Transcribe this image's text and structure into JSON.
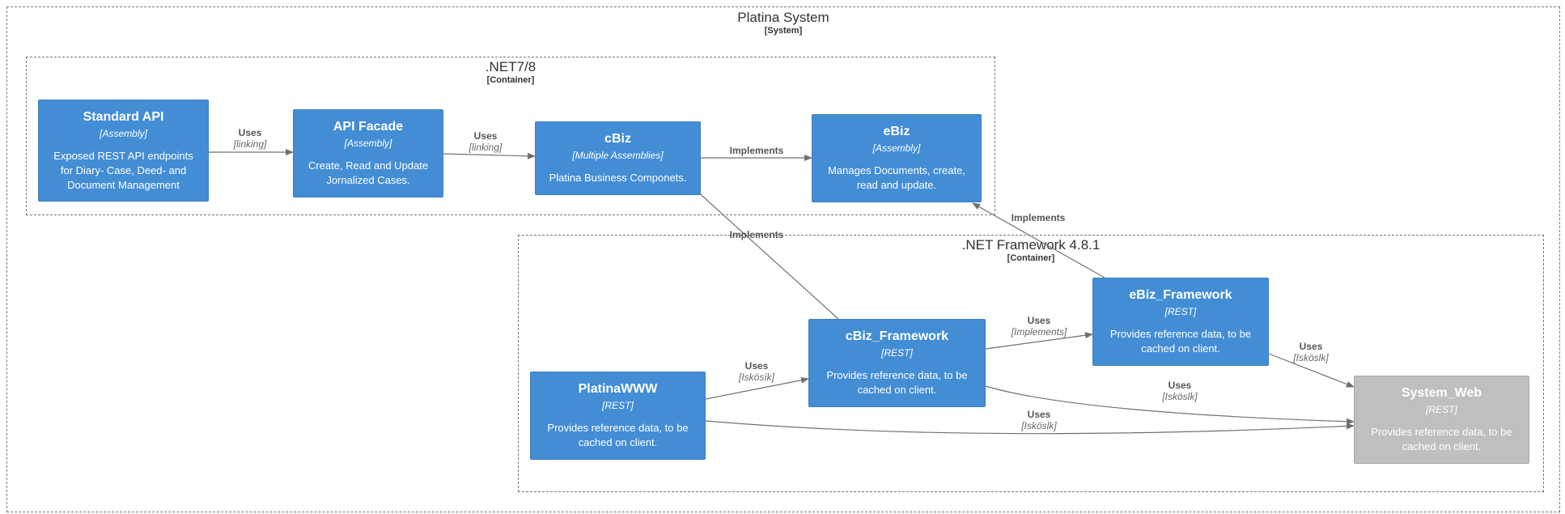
{
  "colors": {
    "container": "#438dd5",
    "external": "#bfbfbf",
    "edge": "#707070"
  },
  "boundaries": {
    "system": {
      "title": "Platina System",
      "type": "[System]"
    },
    "net78": {
      "title": ".NET7/8",
      "type": "[Container]"
    },
    "netfw": {
      "title": ".NET Framework 4.8.1",
      "type": "[Container]"
    }
  },
  "nodes": {
    "standard_api": {
      "name": "Standard API",
      "tech": "[Assembly]",
      "desc": "Exposed REST API endpoints for Diary- Case, Deed- and Document Management"
    },
    "api_facade": {
      "name": "API Facade",
      "tech": "[Assembly]",
      "desc": "Create, Read and Update Jornalized Cases."
    },
    "cbiz": {
      "name": "cBiz",
      "tech": "[Multiple Assemblies]",
      "desc": "Platina Business Componets."
    },
    "ebiz": {
      "name": "eBiz",
      "tech": "[Assembly]",
      "desc": "Manages Documents, create, read and update."
    },
    "platinawww": {
      "name": "PlatinaWWW",
      "tech": "[REST]",
      "desc": "Provides reference data, to be cached on client."
    },
    "cbiz_fw": {
      "name": "cBiz_Framework",
      "tech": "[REST]",
      "desc": "Provides reference data, to be cached on client."
    },
    "ebiz_fw": {
      "name": "eBiz_Framework",
      "tech": "[REST]",
      "desc": "Provides reference data, to be cached on client."
    },
    "system_web": {
      "name": "System_Web",
      "tech": "[REST]",
      "desc": "Provides reference data, to be cached on client."
    }
  },
  "relations": [
    {
      "label": "Uses",
      "tech": "[linking]"
    },
    {
      "label": "Uses",
      "tech": "[linking]"
    },
    {
      "label": "Implements",
      "tech": ""
    },
    {
      "label": "Implements",
      "tech": ""
    },
    {
      "label": "Implements",
      "tech": ""
    },
    {
      "label": "Uses",
      "tech": "[Iskösík]"
    },
    {
      "label": "Uses",
      "tech": "[Implements]"
    },
    {
      "label": "Uses",
      "tech": "[Isköslk]"
    },
    {
      "label": "Uses",
      "tech": "[Isköslk]"
    },
    {
      "label": "Uses",
      "tech": "[Isköslk]"
    }
  ]
}
